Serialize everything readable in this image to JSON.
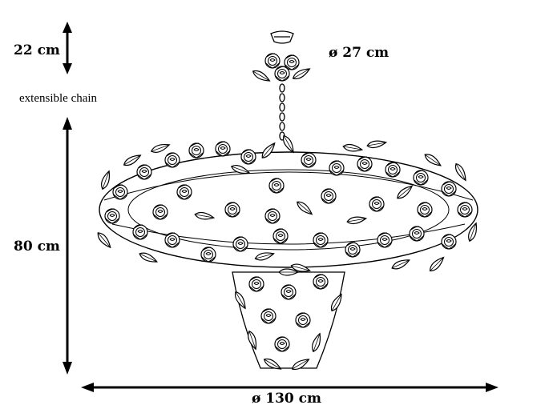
{
  "dimensions": {
    "chain_height": "22 cm",
    "chain_note": "extensible chain",
    "body_height": "80 cm",
    "canopy_diameter": "ø 27 cm",
    "body_diameter": "ø 130 cm"
  },
  "colors": {
    "line": "#000000",
    "background": "#ffffff"
  }
}
